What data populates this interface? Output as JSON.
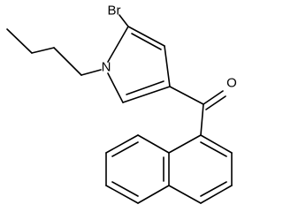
{
  "molecule": {
    "atoms": {
      "bromine": "Br",
      "nitrogen": "N",
      "oxygen": "O"
    }
  }
}
